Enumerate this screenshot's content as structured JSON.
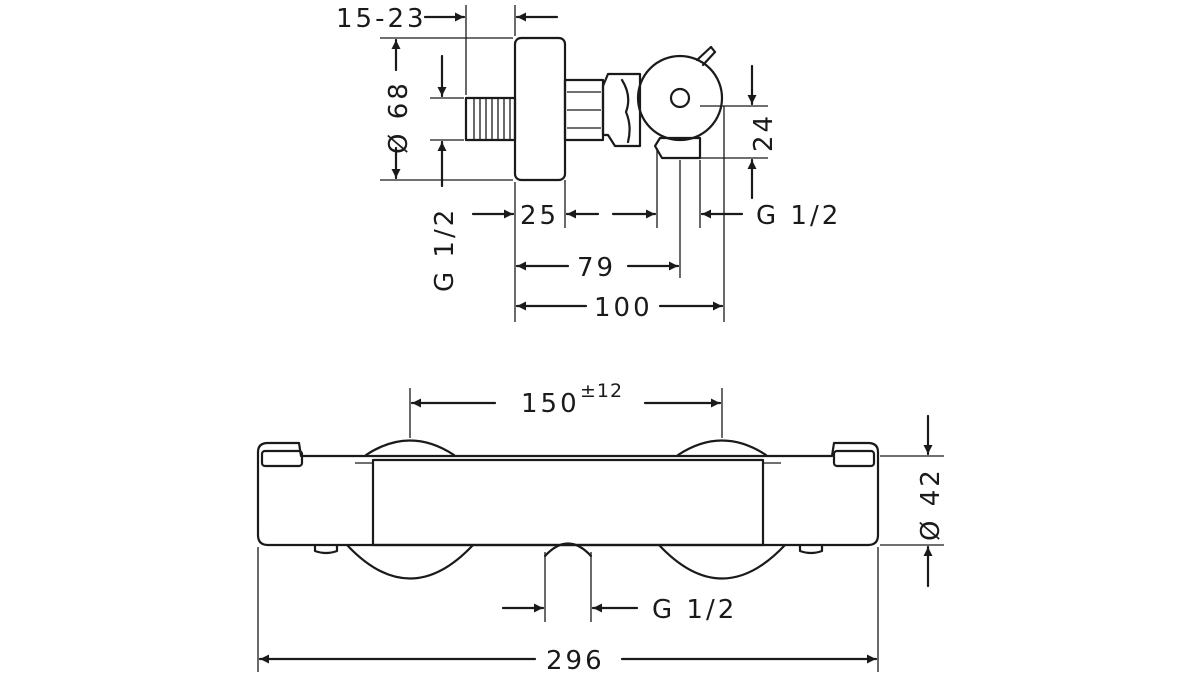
{
  "side_view": {
    "dims": {
      "d_15_23": "15-23",
      "d_68": "Ø 68",
      "d_g_left": "G 1/2",
      "d_25": "25",
      "d_g_right": "G 1/2",
      "d_79": "79",
      "d_100": "100",
      "d_24": "24"
    }
  },
  "front_view": {
    "dims": {
      "d_150": "150",
      "d_150_tol": "±12",
      "d_42": "Ø 42",
      "d_g_bottom": "G 1/2",
      "d_296": "296"
    }
  }
}
